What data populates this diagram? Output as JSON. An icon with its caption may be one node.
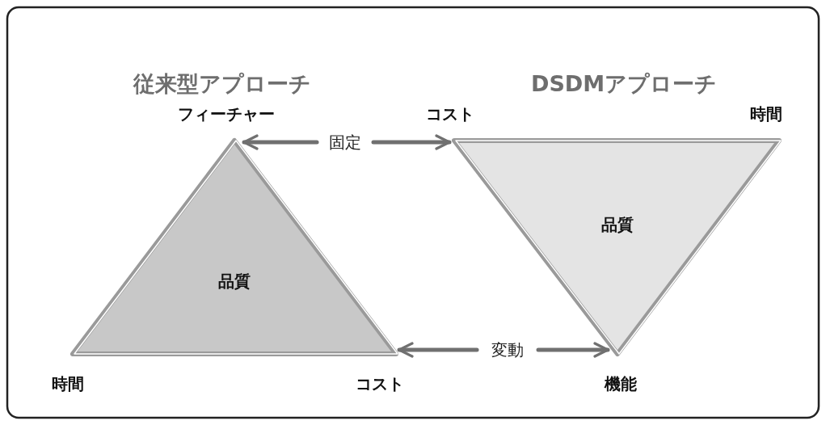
{
  "diagram": {
    "nodes": [
      {
        "text": [
          "品質"
        ],
        "beside": [
          "フィーチャー",
          "時間",
          "コスト"
        ]
      },
      {
        "text": [
          "品質"
        ],
        "beside": [
          "コスト",
          "時間",
          "機能"
        ]
      },
      {
        "text": [
          "固定"
        ]
      },
      {
        "text": [
          "変動"
        ]
      }
    ],
    "edges": [
      {
        "from": 2,
        "to": 0,
        "arrow": "to"
      },
      {
        "from": 2,
        "to": 1,
        "arrow": "to"
      },
      {
        "from": 3,
        "to": 0,
        "arrow": "to"
      },
      {
        "from": 3,
        "to": 1,
        "arrow": "to"
      }
    ],
    "labels": [
      "従来型アプローチ",
      "DSDMアプローチ"
    ]
  }
}
